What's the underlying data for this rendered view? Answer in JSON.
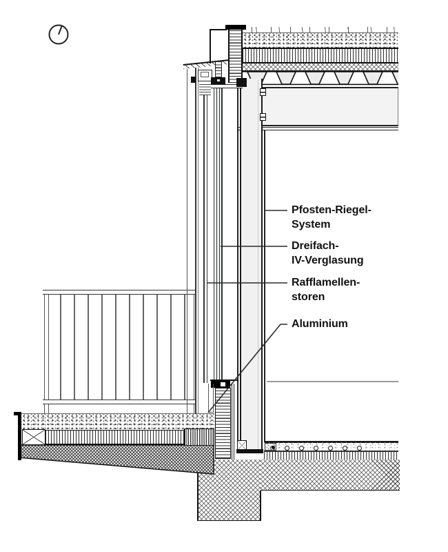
{
  "drawing": {
    "kind": "facade-section-detail",
    "orientation_symbol": "clock-dial-symbol",
    "annotations": [
      {
        "id": "pfosten-riegel-system",
        "lines": [
          "Pfosten-Riegel-",
          "System"
        ]
      },
      {
        "id": "dreifach-iv-verglasung",
        "lines": [
          "Dreifach-",
          "IV-Verglasung"
        ]
      },
      {
        "id": "rafflamellenstoren",
        "lines": [
          "Rafflamellen-",
          "storen"
        ]
      },
      {
        "id": "aluminium",
        "lines": [
          "Aluminium"
        ]
      }
    ],
    "colors": {
      "line": "#1a1a1a",
      "beam_fill": "#f3f3f3",
      "mullion_fill": "#f1f1f1",
      "glass_tint": "#eef1f1",
      "leader": "#2b2b2b",
      "interior_guide_line": "#9a9a9a",
      "background": "#ffffff"
    }
  }
}
